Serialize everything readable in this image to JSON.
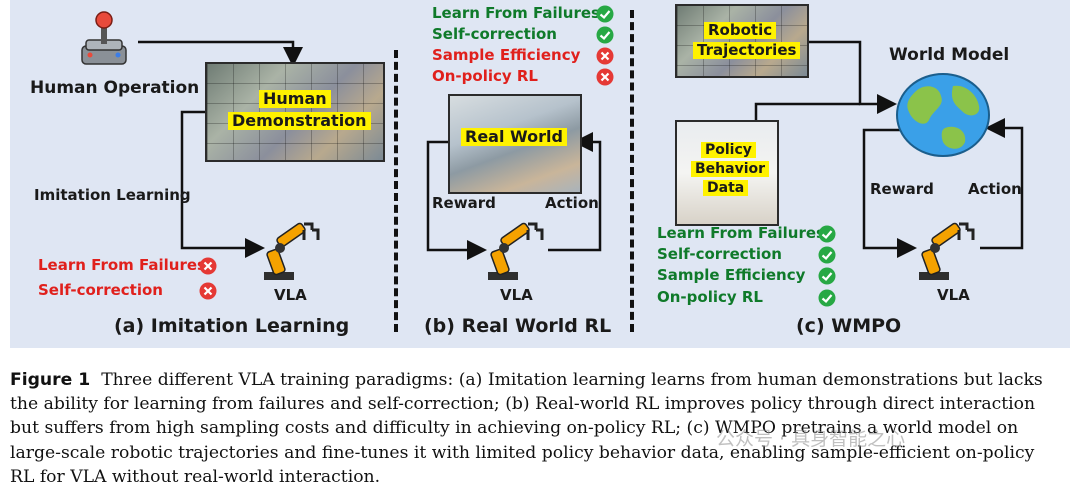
{
  "panel_a": {
    "human_operation": "Human Operation",
    "human_demo_line1": "Human",
    "human_demo_line2": "Demonstration",
    "imitation_learning": "Imitation Learning",
    "fail_1": "Learn From Failures",
    "fail_2": "Self-correction",
    "vla": "VLA",
    "title": "(a) Imitation Learning"
  },
  "panel_b": {
    "checks": [
      {
        "label": "Learn From Failures",
        "status": "ok"
      },
      {
        "label": "Self-correction",
        "status": "ok"
      },
      {
        "label": "Sample Efficiency",
        "status": "fail"
      },
      {
        "label": "On-policy RL",
        "status": "fail"
      }
    ],
    "real_world": "Real World",
    "reward": "Reward",
    "action": "Action",
    "vla": "VLA",
    "title": "(b) Real World RL"
  },
  "panel_c": {
    "robotic_traj_line1": "Robotic",
    "robotic_traj_line2": "Trajectories",
    "world_model": "World Model",
    "policy_line1": "Policy",
    "policy_line2": "Behavior",
    "policy_line3": "Data",
    "reward": "Reward",
    "action": "Action",
    "checks": [
      {
        "label": "Learn From Failures",
        "status": "ok"
      },
      {
        "label": "Self-correction",
        "status": "ok"
      },
      {
        "label": "Sample Efficiency",
        "status": "ok"
      },
      {
        "label": "On-policy RL",
        "status": "ok"
      }
    ],
    "vla": "VLA",
    "title": "(c) WMPO"
  },
  "caption": {
    "figure_label": "Figure 1",
    "line1": "Three different VLA training paradigms: (a) Imitation learning learns from human demonstrations but lacks",
    "line2": "the ability for learning from failures and self-correction; (b) Real-world RL improves policy through direct interaction",
    "line3": "but suffers from high sampling costs and difficulty in achieving on-policy RL; (c) WMPO pretrains a world model on",
    "line4": "large-scale robotic trajectories and fine-tunes it with limited policy behavior data, enabling sample-efficient on-policy",
    "line5": "RL for VLA without real-world interaction."
  },
  "watermark": "公众号 · 具身智能之心",
  "colors": {
    "ok": "#27a844",
    "fail": "#e53935",
    "panel_bg": "#dfe6f3",
    "highlight": "#fff200",
    "robot": "#f5a200"
  }
}
